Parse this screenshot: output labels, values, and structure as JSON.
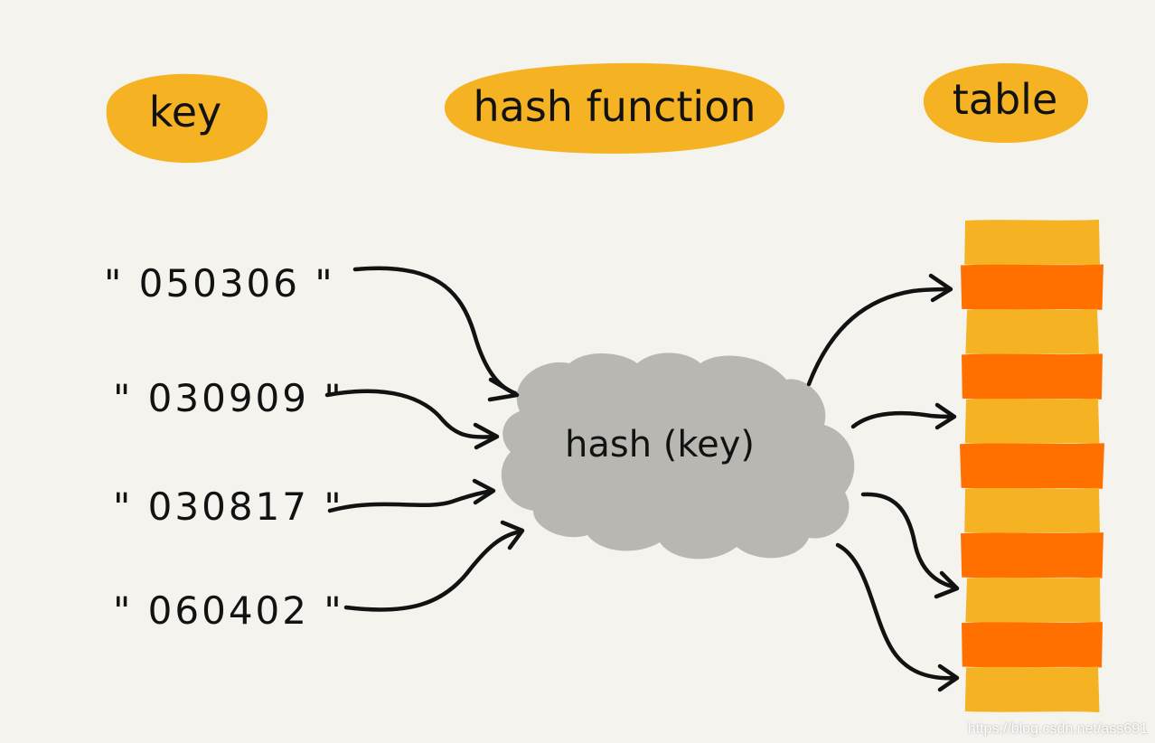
{
  "headers": {
    "key": "key",
    "hash_function": "hash function",
    "table": "table"
  },
  "keys": [
    "\" 050306 \"",
    "\" 030909 \"",
    "\" 030817 \"",
    "\" 060402 \""
  ],
  "cloud_label": "hash (key)",
  "table": {
    "slot_count": 11,
    "colors": [
      "#f5b324",
      "#ff7000"
    ]
  },
  "colors": {
    "header_pill": "#f5b324",
    "cloud": "#b9b7b1",
    "background": "#f5f3ee",
    "ink": "#121212"
  },
  "watermark": "https://blog.csdn.net/ass691"
}
